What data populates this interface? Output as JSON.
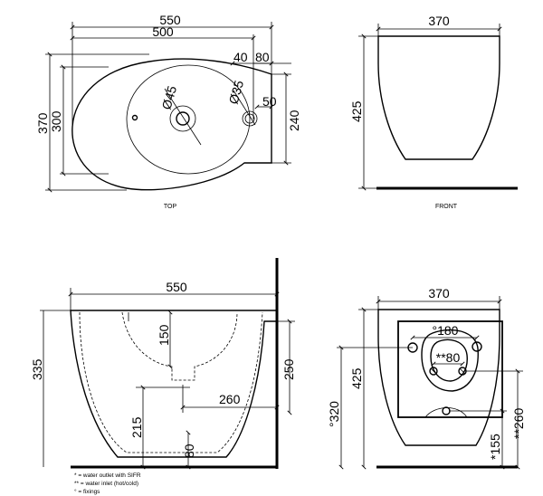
{
  "views": {
    "top": {
      "caption": "TOP",
      "dims": {
        "w550": "550",
        "w500": "500",
        "d40": "40",
        "d80": "80",
        "dia45": "Ø45",
        "dia35": "Ø35",
        "d50": "50",
        "h370": "370",
        "h300": "300",
        "h240": "240"
      }
    },
    "front": {
      "caption": "FRONT",
      "dims": {
        "w370": "370",
        "h425": "425"
      }
    },
    "side": {
      "dims": {
        "w550": "550",
        "h150": "150",
        "h250": "250",
        "h335": "335",
        "d260": "260",
        "h215": "215",
        "h80": "80"
      }
    },
    "back": {
      "dims": {
        "w370": "370",
        "d180": "°180",
        "d80": "**80",
        "h425": "425",
        "h320": "°320",
        "h155": "*155",
        "h260": "**260"
      }
    }
  },
  "notes": [
    "* = water outlet with SIFR",
    "** = water inlet (hot/cold)",
    "° = fixings"
  ]
}
